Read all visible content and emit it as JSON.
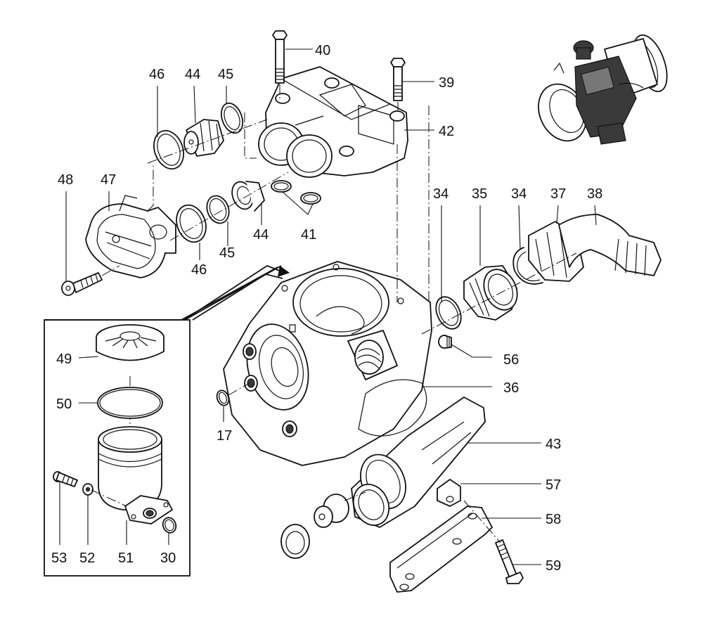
{
  "diagram": {
    "type": "exploded-parts-view",
    "ink_color": "#111111",
    "background_color": "#ffffff",
    "part_labels": {
      "p40": "40",
      "p39": "39",
      "p42": "42",
      "p46_top": "46",
      "p44_top": "44",
      "p45_top": "45",
      "p48": "48",
      "p47": "47",
      "p46_bottom": "46",
      "p45_bottom": "45",
      "p44_bottom": "44",
      "p41": "41",
      "p34_left": "34",
      "p35": "35",
      "p34_right": "34",
      "p37": "37",
      "p38": "38",
      "p56": "56",
      "p36": "36",
      "p17": "17",
      "p43": "43",
      "p57": "57",
      "p58": "58",
      "p59": "59",
      "p49": "49",
      "p50": "50",
      "p53": "53",
      "p52": "52",
      "p51": "51",
      "p30": "30"
    }
  }
}
